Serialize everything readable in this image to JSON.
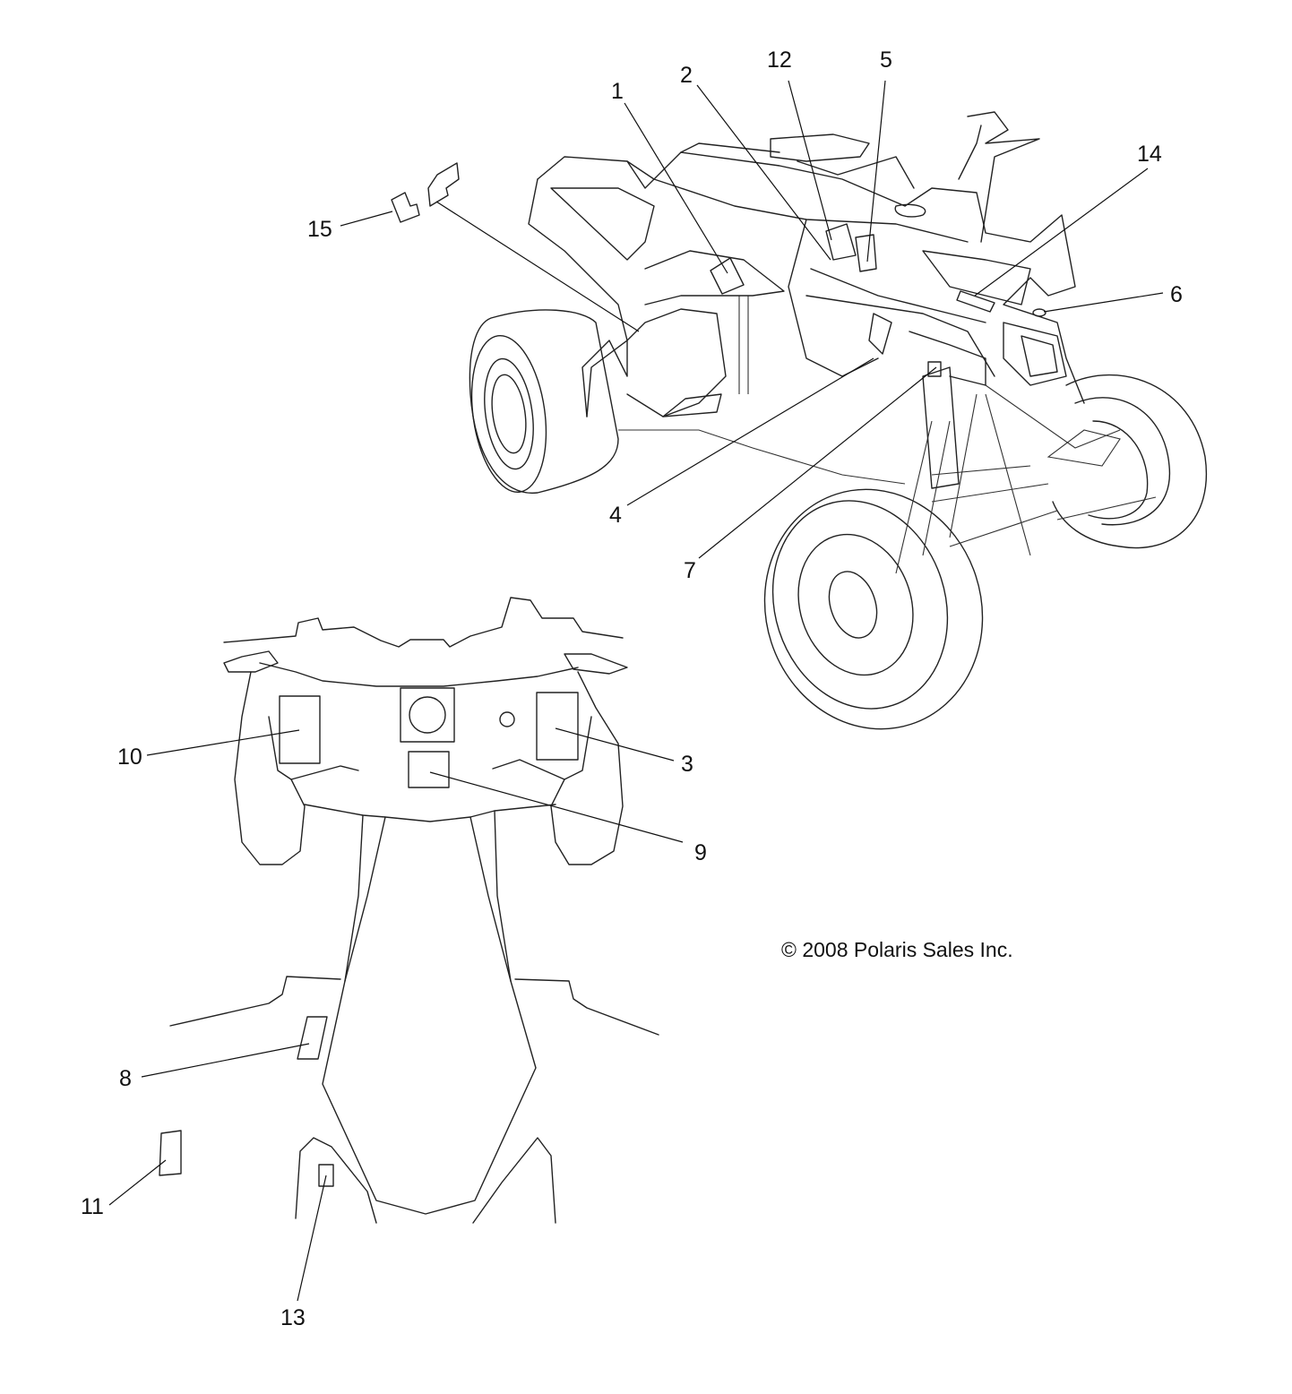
{
  "diagram": {
    "callouts": {
      "c1": "1",
      "c2": "2",
      "c3": "3",
      "c4": "4",
      "c5": "5",
      "c6": "6",
      "c7": "7",
      "c8": "8",
      "c9": "9",
      "c10": "10",
      "c11": "11",
      "c12": "12",
      "c13": "13",
      "c14": "14",
      "c15": "15"
    },
    "copyright": "© 2008 Polaris Sales Inc."
  }
}
